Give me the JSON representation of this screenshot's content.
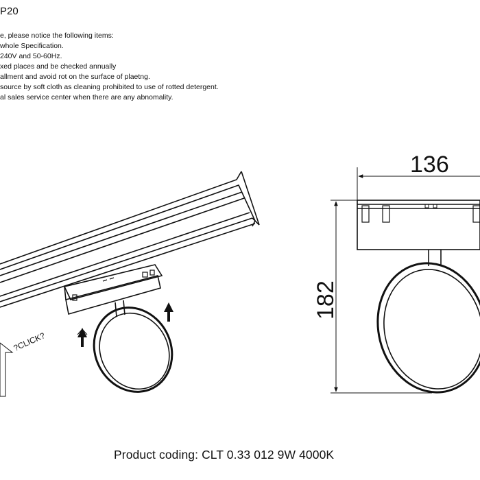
{
  "sheet": {
    "title": "P20",
    "notes": [
      "e, please notice the following items:",
      "whole Specification.",
      "240V and 50-60Hz.",
      "xed places and be checked annually",
      "allment and avoid rot on the surface of plaetng.",
      "source by soft cloth as cleaning prohibited to use of rotted detergent.",
      "al sales service center when there are any abnomality."
    ],
    "click_label": "?CLICK?",
    "dimension_width": "136",
    "dimension_height": "182",
    "product_coding": "Product coding: CLT 0.33 012 9W 4000K"
  }
}
